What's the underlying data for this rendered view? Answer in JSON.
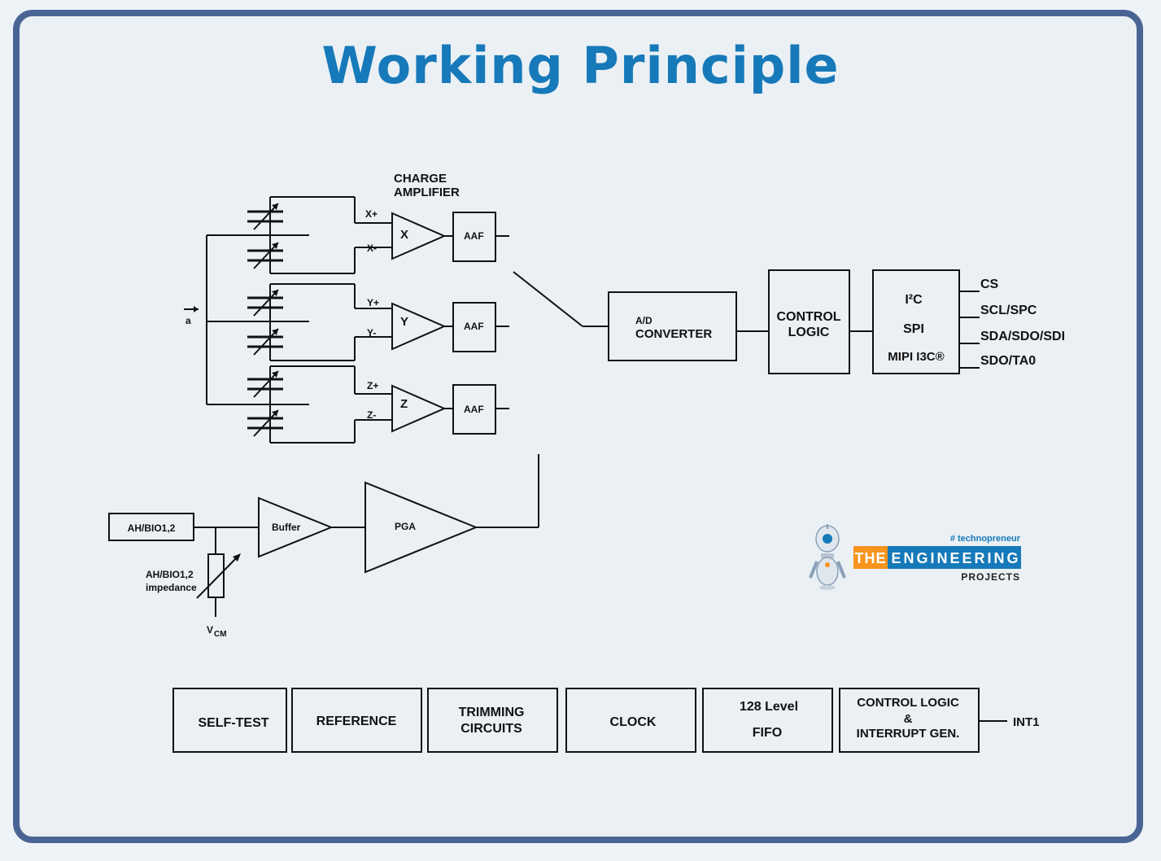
{
  "title": "Working Principle",
  "charge_amp_line1": "CHARGE",
  "charge_amp_line2": "AMPLIFIER",
  "accel_symbol": "a",
  "axes": [
    {
      "plus": "X+",
      "minus": "X-",
      "amp": "X",
      "filter": "AAF"
    },
    {
      "plus": "Y+",
      "minus": "Y-",
      "amp": "Y",
      "filter": "AAF"
    },
    {
      "plus": "Z+",
      "minus": "Z-",
      "amp": "Z",
      "filter": "AAF"
    }
  ],
  "adc_line1": "A/D",
  "adc_line2": "CONVERTER",
  "control_logic_line1": "CONTROL",
  "control_logic_line2": "LOGIC",
  "interface": {
    "i2c": "I²C",
    "spi": "SPI",
    "mipi": "MIPI I3C®"
  },
  "pins": [
    "CS",
    "SCL/SPC",
    "SDA/SDO/SDI",
    "SDO/TA0"
  ],
  "analog": {
    "input": "AH/BIO1,2",
    "buffer": "Buffer",
    "pga": "PGA",
    "impedance_line1": "AH/BIO1,2",
    "impedance_line2": "impedance",
    "vcm": "V",
    "vcm_sub": "CM"
  },
  "bottom_blocks": {
    "self_test": "SELF-TEST",
    "reference": "REFERENCE",
    "trimming_line1": "TRIMMING",
    "trimming_line2": "CIRCUITS",
    "clock": "CLOCK",
    "fifo_line1": "128 Level",
    "fifo_line2": "FIFO",
    "int_line1": "CONTROL LOGIC",
    "int_line2": "&",
    "int_line3": "INTERRUPT GEN.",
    "int_pin": "INT1"
  },
  "logo": {
    "tagline": "# technopreneur",
    "the": "THE",
    "engineering": "ENGINEERING",
    "projects": "PROJECTS",
    "colors": {
      "orange": "#f7941d",
      "blue": "#1679b9"
    }
  }
}
